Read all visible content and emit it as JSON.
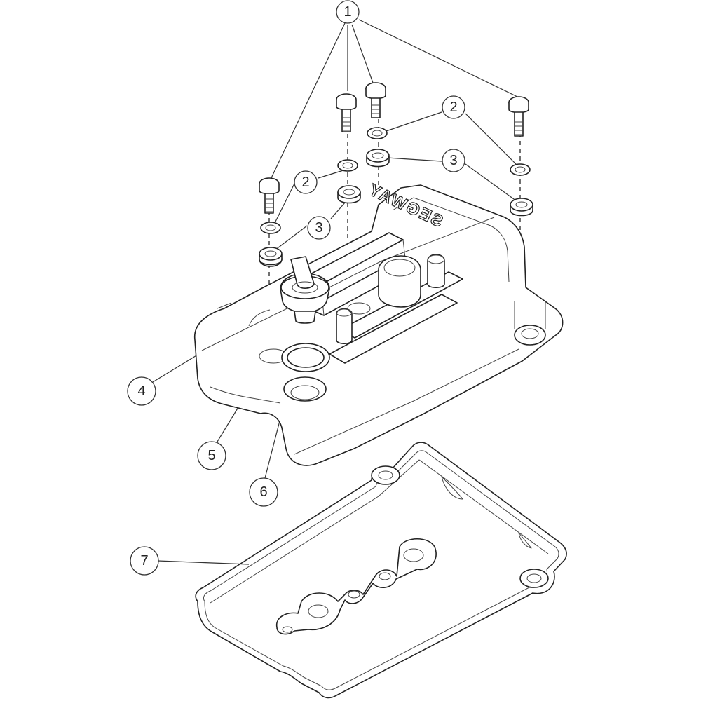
{
  "diagram": {
    "brand_mark": "SEGWAY",
    "callouts": [
      "1",
      "2",
      "3",
      "4",
      "5",
      "6",
      "7"
    ]
  }
}
